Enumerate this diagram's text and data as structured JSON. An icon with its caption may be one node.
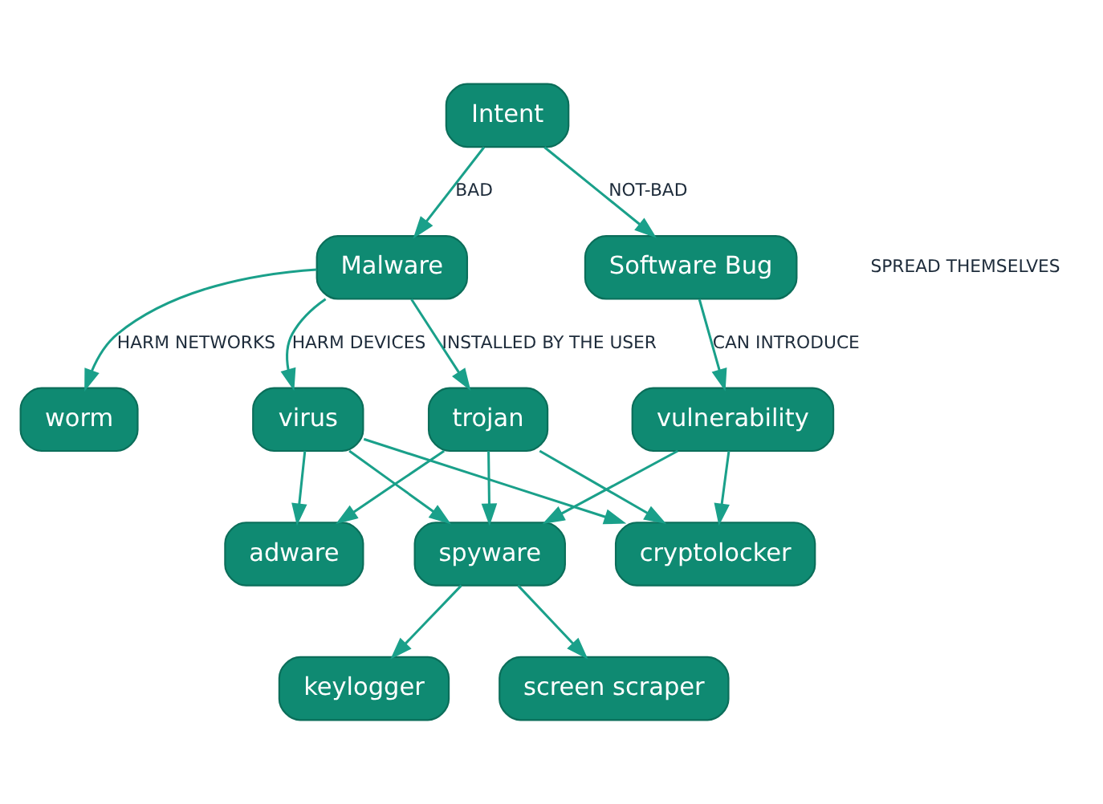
{
  "diagram": {
    "nodes": [
      {
        "text": [
          "Intent"
        ]
      },
      {
        "text": [
          "Malware"
        ]
      },
      {
        "text": [
          "Software Bug"
        ]
      },
      {
        "text": [
          "trojan"
        ]
      },
      {
        "text": [
          "vulnerability"
        ]
      },
      {
        "text": [
          "virus"
        ]
      },
      {
        "text": [
          "worm"
        ]
      },
      {
        "text": [
          "spyware"
        ]
      },
      {
        "text": [
          "keylogger"
        ]
      },
      {
        "text": [
          "cryptolocker"
        ]
      },
      {
        "text": [
          "adware"
        ]
      },
      {
        "text": [
          "screen scraper"
        ]
      }
    ],
    "edges": [
      {
        "from": 0,
        "to": 1,
        "arrow": "to",
        "label": "BAD"
      },
      {
        "from": 0,
        "to": 2,
        "arrow": "to",
        "label": "NOT-BAD"
      },
      {
        "from": 2,
        "to": 4,
        "arrow": "to",
        "label": "CAN INTRODUCE"
      },
      {
        "from": 1,
        "to": 3,
        "arrow": "to",
        "label": "INSTALLED BY THE USER"
      },
      {
        "from": 1,
        "to": 5,
        "arrow": "to",
        "label": "HARM DEVICES"
      },
      {
        "from": 1,
        "to": 6,
        "arrow": "to",
        "label": "HARM NETWORKS"
      },
      {
        "from": 3,
        "to": 9,
        "arrow": "to"
      },
      {
        "from": 3,
        "to": 10,
        "arrow": "to"
      },
      {
        "from": 3,
        "to": 7,
        "arrow": "to"
      },
      {
        "from": 4,
        "to": 9,
        "arrow": "to"
      },
      {
        "from": 4,
        "to": 7,
        "arrow": "to"
      },
      {
        "from": 5,
        "to": 7,
        "arrow": "to"
      },
      {
        "from": 5,
        "to": 9,
        "arrow": "to"
      },
      {
        "from": 5,
        "to": 10,
        "arrow": "to"
      },
      {
        "from": 7,
        "to": 8,
        "arrow": "to"
      },
      {
        "from": 7,
        "to": 11,
        "arrow": "to"
      }
    ],
    "labels": [
      "SPREAD THEMSELVES"
    ]
  }
}
